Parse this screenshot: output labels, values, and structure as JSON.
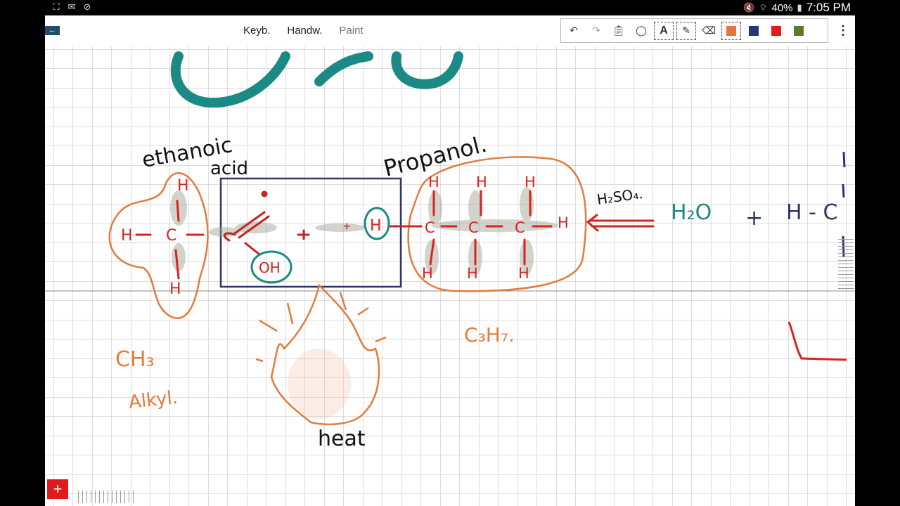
{
  "statusbar": {
    "battery": "40%",
    "time": "7:05 PM"
  },
  "toolbar": {
    "modes": [
      "Keyb.",
      "Handw.",
      "Paint"
    ],
    "active_mode": "Handw.",
    "text_tool": "A",
    "colors": [
      "#e9743a",
      "#26357a",
      "#e51c1c",
      "#5b7a2f"
    ]
  },
  "note": {
    "labels": {
      "ethanoic_acid": "ethanoic",
      "acid": "acid",
      "propanol": "Propanol.",
      "h2so4": "H₂SO₄.",
      "h2o": "H₂O",
      "plus_right": "+",
      "hc": "H - C",
      "ch3": "CH₃",
      "alkyl": "Alkyl.",
      "c3h7": "C₃H₇.",
      "heat": "heat",
      "oh": "OH",
      "h_circled": "H",
      "plus_mid": "+"
    }
  },
  "accent_colors": {
    "teal": "#1b8a85",
    "orange": "#e57a3c",
    "navy": "#2e3568",
    "red": "#d8231f"
  }
}
